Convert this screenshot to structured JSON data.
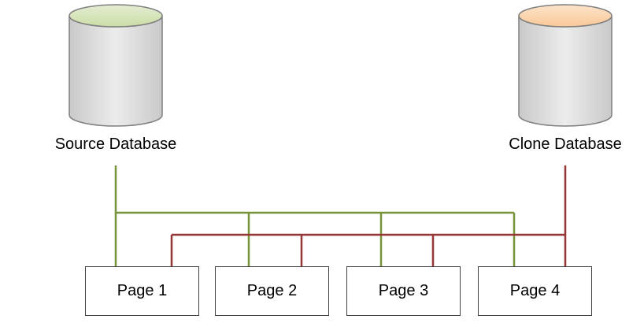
{
  "diagram": {
    "source_db": {
      "label": "Source Database"
    },
    "clone_db": {
      "label": "Clone Database"
    },
    "pages": [
      {
        "label": "Page 1"
      },
      {
        "label": "Page 2"
      },
      {
        "label": "Page 3"
      },
      {
        "label": "Page 4"
      }
    ],
    "colors": {
      "source_line": "#77933C",
      "clone_line": "#953734",
      "source_top_fill": "#D7E4BC",
      "clone_top_fill": "#FBD5B5",
      "cylinder_body_fill": "#D9D9D9",
      "cylinder_outline": "#7F7F7F",
      "box_border": "#404040"
    }
  }
}
